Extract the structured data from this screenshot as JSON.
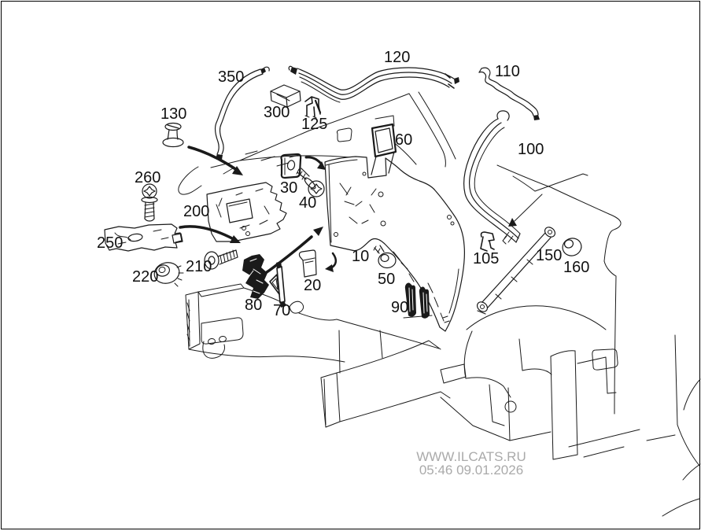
{
  "colors": {
    "ink": "#1a1a1a",
    "label": "#111111",
    "watermark": "#aaaaaa",
    "background": "#ffffff",
    "border": "#000000"
  },
  "watermark": {
    "line1": "WWW.ILCATS.RU",
    "line2": "05:46 09.01.2026"
  },
  "parts": [
    {
      "label": "10",
      "icon": "side-panel-drawing"
    },
    {
      "label": "20",
      "icon": "rubber-pad-drawing"
    },
    {
      "label": "30",
      "icon": "square-clip-drawing"
    },
    {
      "label": "40",
      "icon": "torx-screw-drawing"
    },
    {
      "label": "50",
      "icon": "washer-screw-drawing"
    },
    {
      "label": "60",
      "icon": "rectangular-frame-drawing"
    },
    {
      "label": "70",
      "icon": "triangle-bracket-drawing"
    },
    {
      "label": "80",
      "icon": "bracket-drawing"
    },
    {
      "label": "90",
      "icon": "buffer-pair-drawing"
    },
    {
      "label": "100",
      "icon": "curved-seal-strip-drawing"
    },
    {
      "label": "105",
      "icon": "small-clip-drawing"
    },
    {
      "label": "110",
      "icon": "short-seal-strip-drawing"
    },
    {
      "label": "120",
      "icon": "long-rail-strip-drawing"
    },
    {
      "label": "125",
      "icon": "cable-clip-drawing"
    },
    {
      "label": "130",
      "icon": "push-pin-drawing"
    },
    {
      "label": "150",
      "icon": "diagonal-strut-drawing"
    },
    {
      "label": "160",
      "icon": "grommet-ring-drawing"
    },
    {
      "label": "200",
      "icon": "mounting-plate-drawing"
    },
    {
      "label": "210",
      "icon": "pan-head-screw-drawing"
    },
    {
      "label": "220",
      "icon": "round-plug-drawing"
    },
    {
      "label": "250",
      "icon": "bracket-strip-drawing"
    },
    {
      "label": "260",
      "icon": "torx-bolt-drawing"
    },
    {
      "label": "300",
      "icon": "block-drawing"
    },
    {
      "label": "350",
      "icon": "curved-weatherstrip-drawing"
    }
  ]
}
